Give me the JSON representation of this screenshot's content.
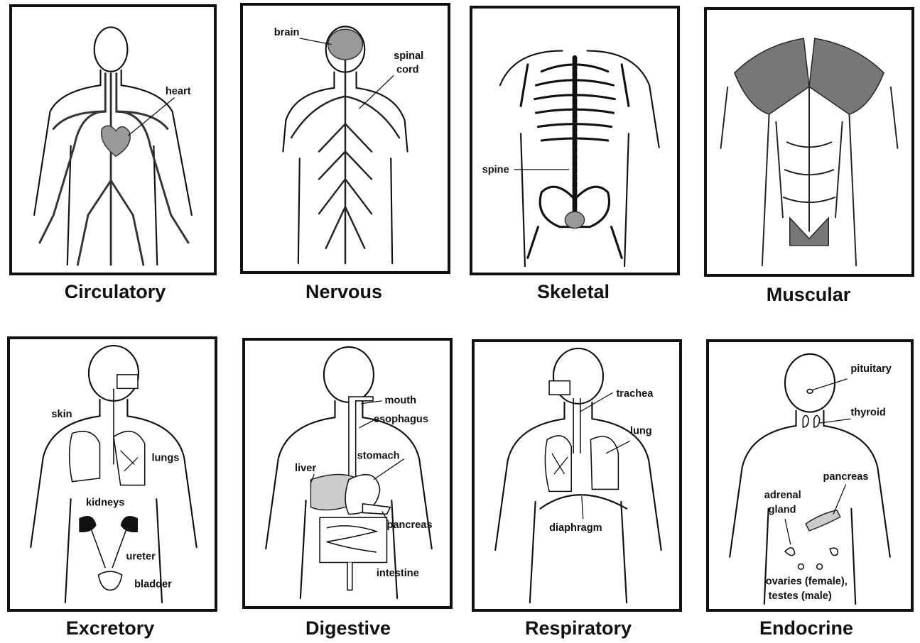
{
  "systems": [
    {
      "title": "Circulatory",
      "labels": [
        "heart"
      ]
    },
    {
      "title": "Nervous",
      "labels": [
        "brain",
        "spinal",
        "cord"
      ]
    },
    {
      "title": "Skeletal",
      "labels": [
        "spine"
      ]
    },
    {
      "title": "Muscular",
      "labels": []
    },
    {
      "title": "Excretory",
      "labels": [
        "skin",
        "lungs",
        "kidneys",
        "ureter",
        "bladder"
      ]
    },
    {
      "title": "Digestive",
      "labels": [
        "mouth",
        "esophagus",
        "stomach",
        "liver",
        "pancreas",
        "intestine"
      ]
    },
    {
      "title": "Respiratory",
      "labels": [
        "trachea",
        "lung",
        "diaphragm"
      ]
    },
    {
      "title": "Endocrine",
      "labels": [
        "pituitary",
        "thyroid",
        "pancreas",
        "adrenal",
        "gland",
        "ovaries (female),",
        "testes (male)"
      ]
    }
  ]
}
